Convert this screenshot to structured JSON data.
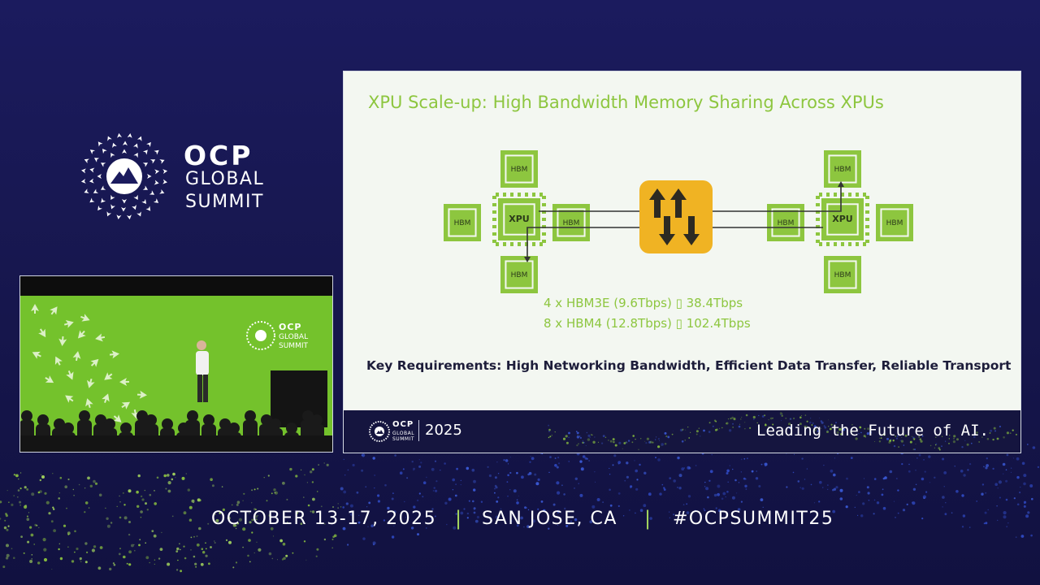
{
  "brand": {
    "logo_icon": "ocp-mountain-logo-icon",
    "name": "OCP",
    "line1": "GLOBAL",
    "line2": "SUMMIT"
  },
  "camera_inset": {
    "stage_logo_icon": "ocp-mountain-logo-icon",
    "stage_logo_name": "OCP",
    "stage_logo_line1": "GLOBAL",
    "stage_logo_line2": "SUMMIT"
  },
  "slide": {
    "title": "XPU Scale-up: High Bandwidth Memory Sharing Across XPUs",
    "diagram": {
      "xpu_label": "XPU",
      "hbm_label": "HBM",
      "switch_icon": "bidirectional-arrows-switch-icon"
    },
    "spec_line1": "4 x HBM3E (9.6Tbps) ▯ 38.4Tbps",
    "spec_line2": "8 x HBM4 (12.8Tbps) ▯ 102.4Tbps",
    "key_requirements": "Key Requirements: High Networking Bandwidth, Efficient Data Transfer, Reliable Transport",
    "footer": {
      "logo_icon": "ocp-mountain-logo-icon",
      "logo_name": "OCP",
      "logo_line1": "GLOBAL",
      "logo_line2": "SUMMIT",
      "year": "2025",
      "tagline": "Leading the Future of AI."
    }
  },
  "event": {
    "dates": "OCTOBER 13-17, 2025",
    "separator": "|",
    "location": "SAN JOSE, CA",
    "hashtag": "#OCPSUMMIT25"
  },
  "colors": {
    "background": "#1b1b5e",
    "accent_green": "#8dc63f",
    "chip_green": "#8dc63f",
    "switch_yellow": "#f0b323",
    "slide_background": "#f3f7f1"
  }
}
